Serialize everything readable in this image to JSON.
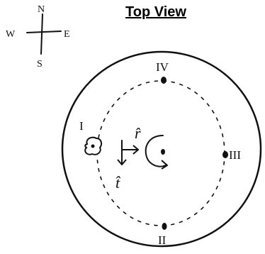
{
  "title": "Top View",
  "compass": {
    "north": "N",
    "south": "S",
    "east": "E",
    "west": "W"
  },
  "positions": {
    "top": "IV",
    "bottom": "II",
    "left": "I",
    "right": "III"
  },
  "vectors": {
    "radial": "r̂",
    "tangential": "t̂"
  },
  "colors": {
    "ink": "#111111",
    "background": "#ffffff"
  }
}
